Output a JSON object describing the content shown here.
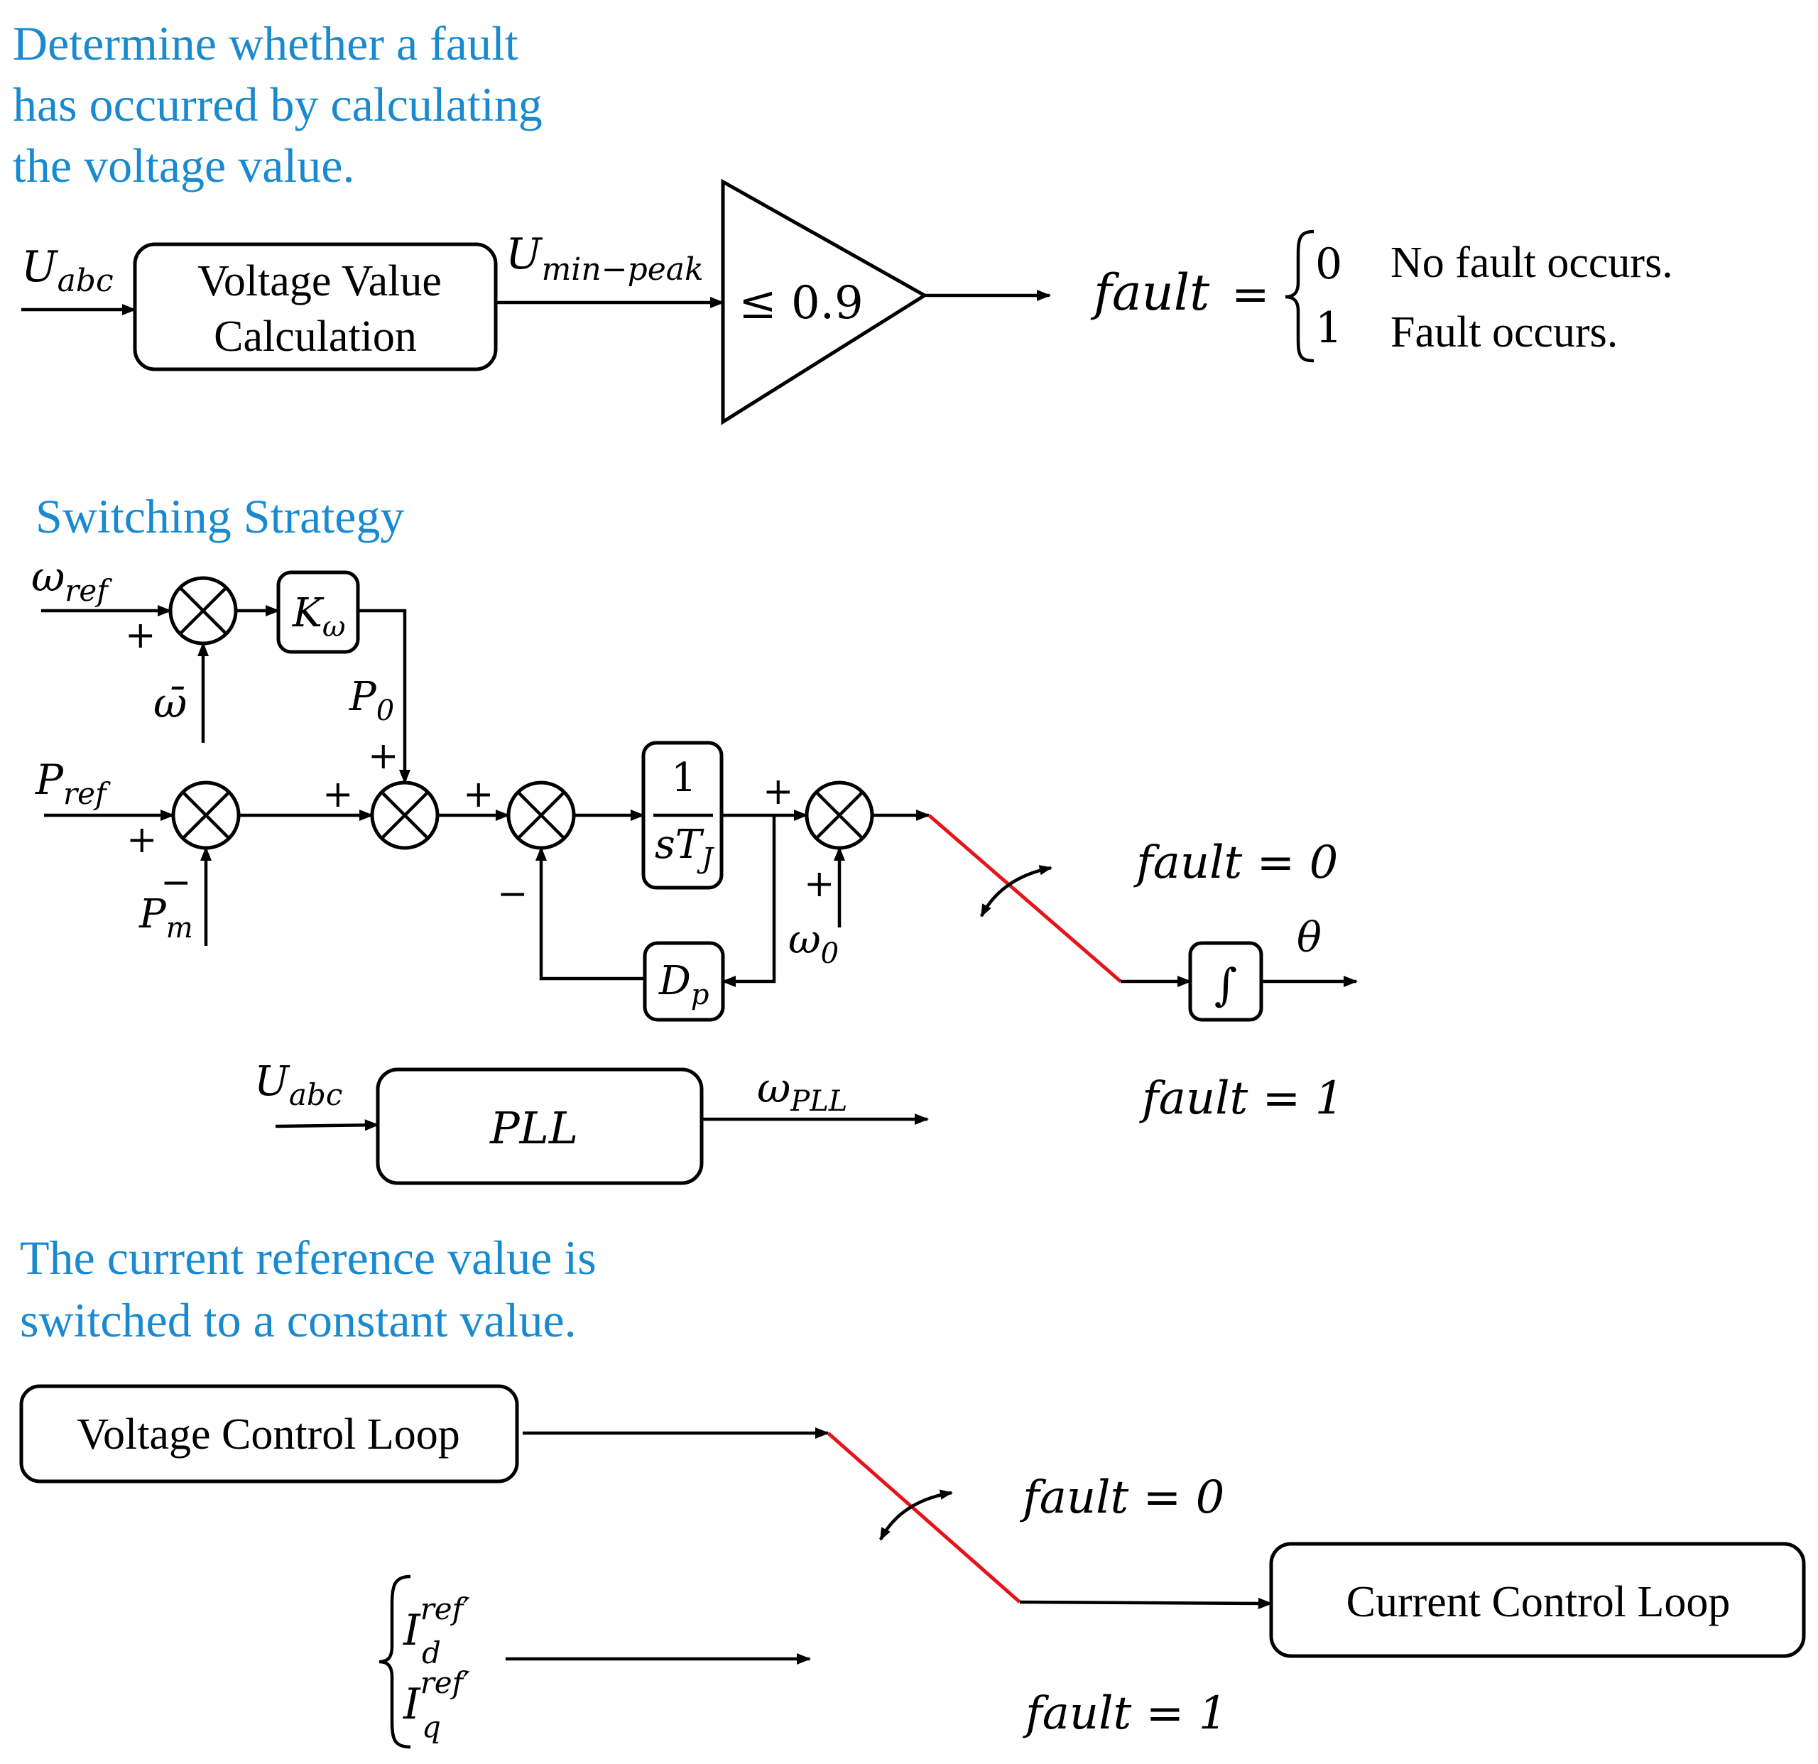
{
  "headings": {
    "fault_detection": [
      "Determine whether a fault",
      "has occurred by calculating",
      "the voltage value."
    ],
    "switching": "Switching Strategy",
    "current_ref": [
      "The current reference value is",
      "switched to a constant value."
    ]
  },
  "fault_detection": {
    "input": {
      "main": "U",
      "sub": "abc"
    },
    "block": [
      "Voltage Value",
      "Calculation"
    ],
    "signal": {
      "main": "U",
      "sub": "min−peak"
    },
    "comparator": "≤ 0.9",
    "output_lhs": "fault",
    "equals": "=",
    "case_values": [
      "0",
      "1"
    ],
    "case_texts": [
      "No fault occurs.",
      "Fault occurs."
    ]
  },
  "switching": {
    "omega_ref": {
      "main": "ω",
      "sub": "ref"
    },
    "omega_bar": "ω̄",
    "gain": {
      "main": "K",
      "sub": "ω"
    },
    "p0": {
      "main": "P",
      "sub": "0"
    },
    "p_ref": {
      "main": "P",
      "sub": "ref"
    },
    "p_m": {
      "main": "P",
      "sub": "m"
    },
    "inertia": {
      "num": "1",
      "den_main": "sT",
      "den_sub": "J"
    },
    "damping": {
      "main": "D",
      "sub": "p"
    },
    "omega0": {
      "main": "ω",
      "sub": "0"
    },
    "integrator": "∫",
    "theta": "θ",
    "pll_input": {
      "main": "U",
      "sub": "abc"
    },
    "pll_block": "PLL",
    "omega_pll": {
      "main": "ω",
      "sub": "PLL"
    },
    "fault0": "fault = 0",
    "fault1": "fault = 1",
    "plus": "+",
    "minus": "−"
  },
  "current": {
    "voltage_loop": "Voltage Control Loop",
    "current_loop": "Current Control Loop",
    "id_ref": {
      "main": "I",
      "sup": "ref′",
      "sub": "d"
    },
    "iq_ref": {
      "main": "I",
      "sup": "ref′",
      "sub": "q"
    },
    "fault0": "fault = 0",
    "fault1": "fault = 1"
  },
  "colors": {
    "heading": "#1a8ad0",
    "switch": "#e8121a",
    "line": "#000000"
  }
}
